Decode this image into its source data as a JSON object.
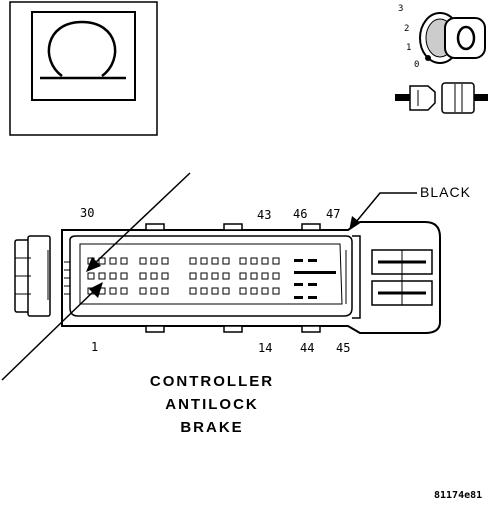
{
  "pin_labels": {
    "top_left": "30",
    "top_43": "43",
    "top_46": "46",
    "top_47": "47",
    "bottom_1": "1",
    "bottom_14": "14",
    "bottom_44": "44",
    "bottom_45": "45"
  },
  "connector_color": "BLACK",
  "title_lines": [
    "CONTROLLER",
    "ANTILOCK",
    "BRAKE"
  ],
  "ignition_positions": [
    "3",
    "2",
    "1",
    "0"
  ],
  "figure_id": "81174e81"
}
